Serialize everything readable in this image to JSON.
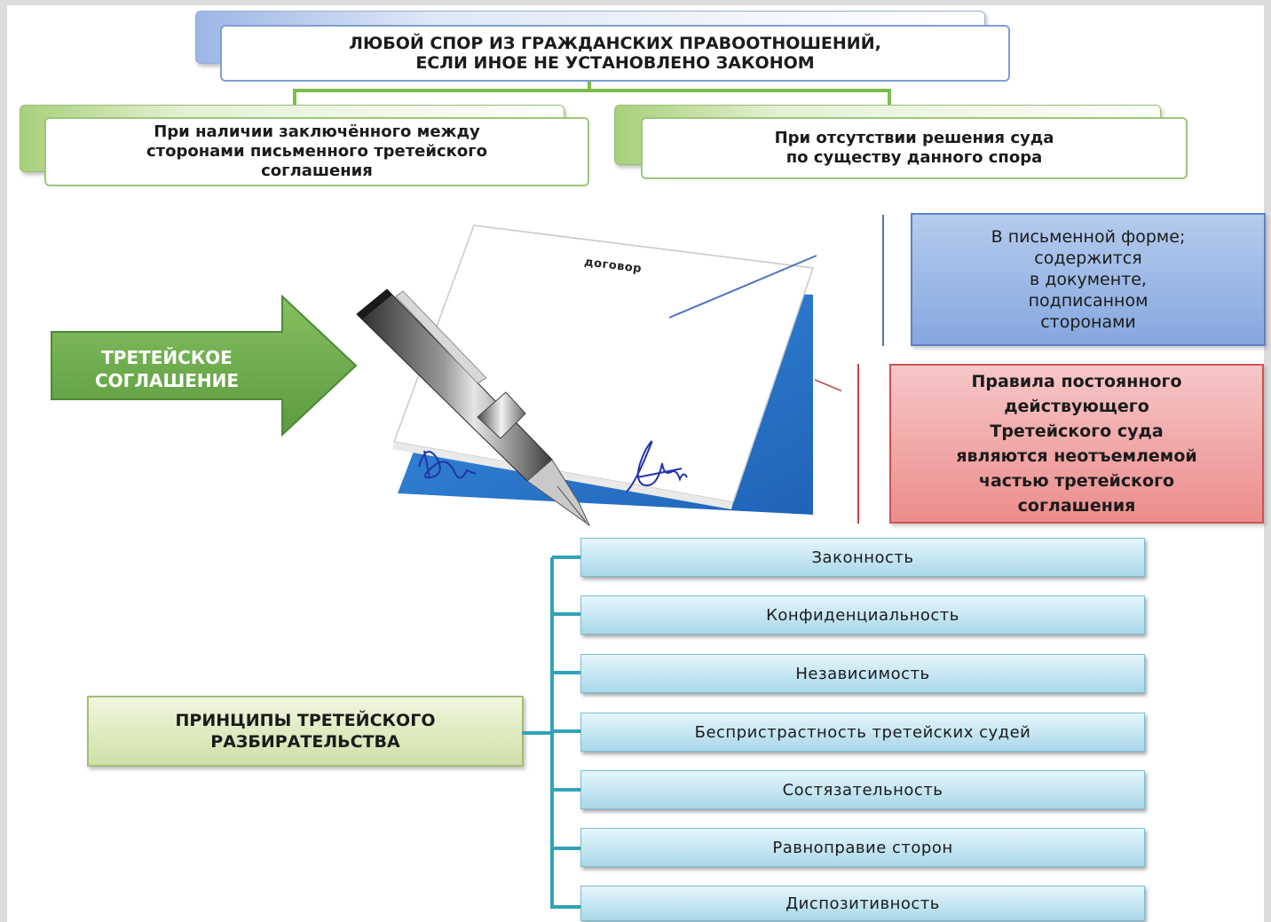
{
  "top_box": {
    "line1": "ЛЮБОЙ СПОР ИЗ ГРАЖДАНСКИХ ПРАВООТНОШЕНИЙ,",
    "line2": "ЕСЛИ ИНОЕ НЕ УСТАНОВЛЕНО ЗАКОНОМ"
  },
  "conditions": {
    "left": {
      "line1": "При наличии заключённого между",
      "line2": "сторонами письменного третейского",
      "line3": "соглашения"
    },
    "right": {
      "line1": "При отсутствии решения суда",
      "line2": "по существу данного спора"
    }
  },
  "arrow": {
    "line1": "ТРЕТЕЙСКОЕ",
    "line2": "СОГЛАШЕНИЕ"
  },
  "document": {
    "title": "договор"
  },
  "notes": {
    "form": {
      "line1": "В письменной форме;",
      "line2": "содержится",
      "line3": "в документе,",
      "line4": "подписанном",
      "line5": "сторонами"
    },
    "rules": {
      "line1": "Правила постоянного",
      "line2": "действующего",
      "line3": "Третейского суда",
      "line4": "являются неотъемлемой",
      "line5": "частью третейского",
      "line6": "соглашения"
    }
  },
  "principles": {
    "title_line1": "ПРИНЦИПЫ ТРЕТЕЙСКОГО",
    "title_line2": "РАЗБИРАТЕЛЬСТВА",
    "items": [
      "Законность",
      "Конфиденциальность",
      "Независимость",
      "Беспристрастность третейских судей",
      "Состязательность",
      "Равноправие сторон",
      "Диспозитивность"
    ]
  },
  "colors": {
    "green_connector": "#7cbc4a",
    "arrow_green": "#6aa84f",
    "teal_connector": "#31a3b7",
    "blue_note_border": "#5d82c4",
    "red_note_border": "#c85454"
  }
}
